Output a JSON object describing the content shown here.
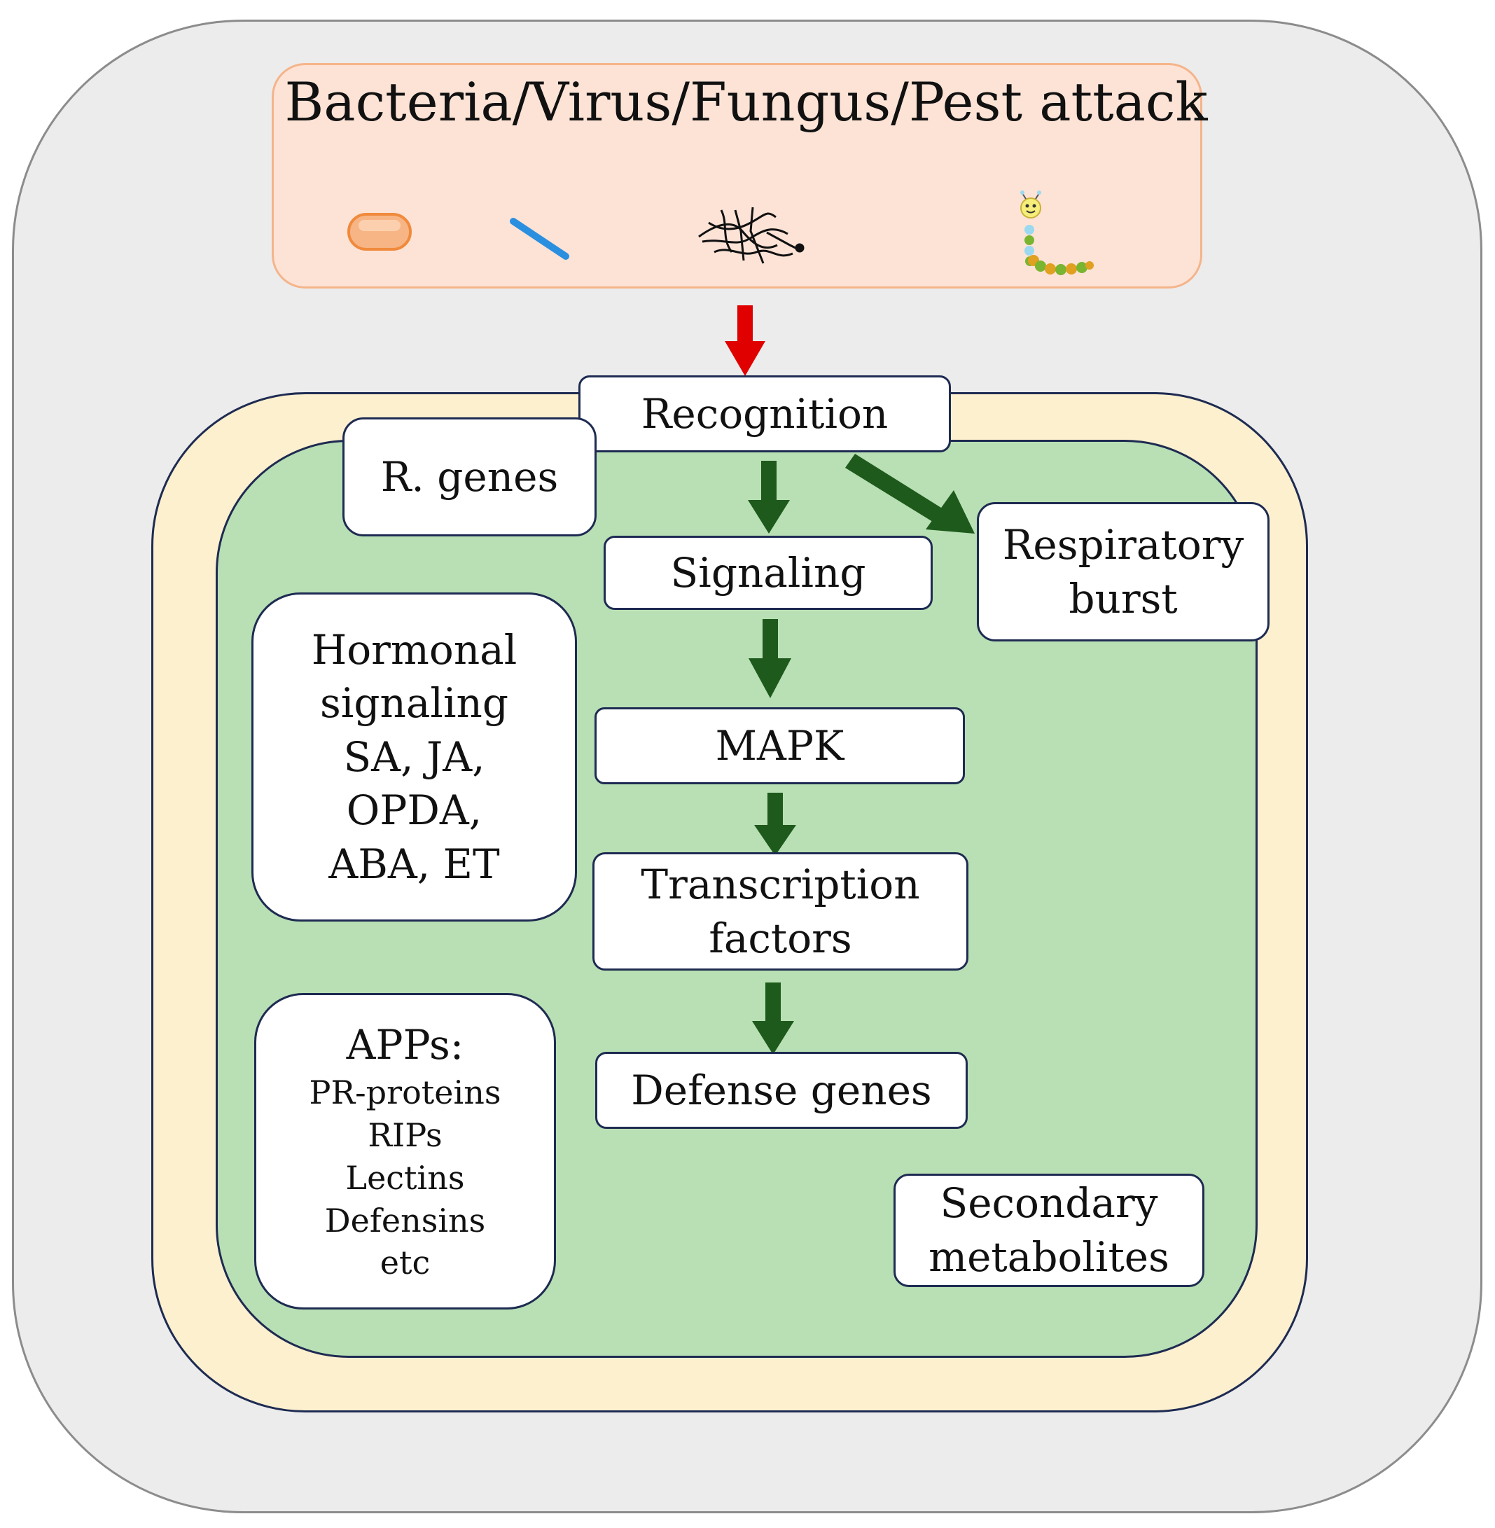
{
  "attack": {
    "title": "Bacteria/Virus/Fungus/Pest attack"
  },
  "nodes": {
    "recognition": "Recognition",
    "r_genes": "R. genes",
    "signaling": "Signaling",
    "respiratory_1": "Respiratory",
    "respiratory_2": "burst",
    "hormonal_1": "Hormonal",
    "hormonal_2": "signaling",
    "hormonal_3": "SA, JA,",
    "hormonal_4": "OPDA,",
    "hormonal_5": "ABA, ET",
    "mapk": "MAPK",
    "tf_1": "Transcription",
    "tf_2": "factors",
    "defense": "Defense genes",
    "apps_title": "APPs:",
    "apps_1": "PR-proteins",
    "apps_2": "RIPs",
    "apps_3": "Lectins",
    "apps_4": "Defensins",
    "apps_5": "etc",
    "secondary_1": "Secondary",
    "secondary_2": "metabolites"
  },
  "colors": {
    "attack_arrow": "#e00000",
    "flow_arrow": "#1e5a1c",
    "cytoplasm": "#b9e0b4",
    "cell_wall": "#fdf0cf",
    "attack_box": "#fde3d6"
  },
  "icons": [
    "bacterium-icon",
    "virus-icon",
    "fungus-icon",
    "caterpillar-icon"
  ]
}
